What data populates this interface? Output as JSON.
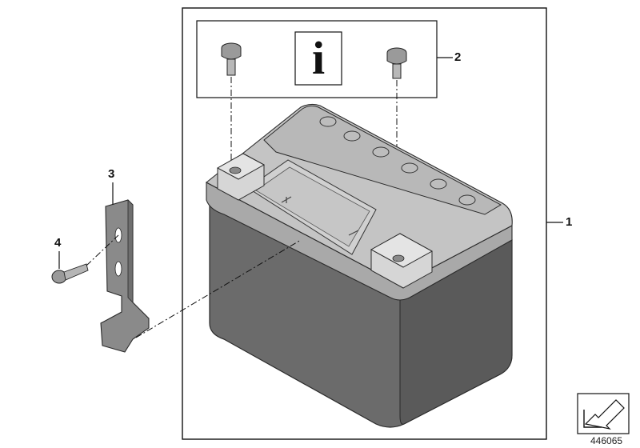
{
  "callouts": [
    {
      "id": "1",
      "label": "1"
    },
    {
      "id": "2",
      "label": "2"
    },
    {
      "id": "3",
      "label": "3"
    },
    {
      "id": "4",
      "label": "4"
    }
  ],
  "info_symbol": "i",
  "diagram_number": "446065",
  "colors": {
    "battery_body": "#6b6b6b",
    "battery_lid": "#b4b4b4",
    "battery_lid_light": "#cfcfcf",
    "bracket": "#8a8a8a",
    "line": "#111111"
  },
  "icons": [
    "info-icon",
    "screw-icon",
    "battery-icon",
    "bracket-icon",
    "bolt-icon",
    "arrow-stamp-icon"
  ]
}
